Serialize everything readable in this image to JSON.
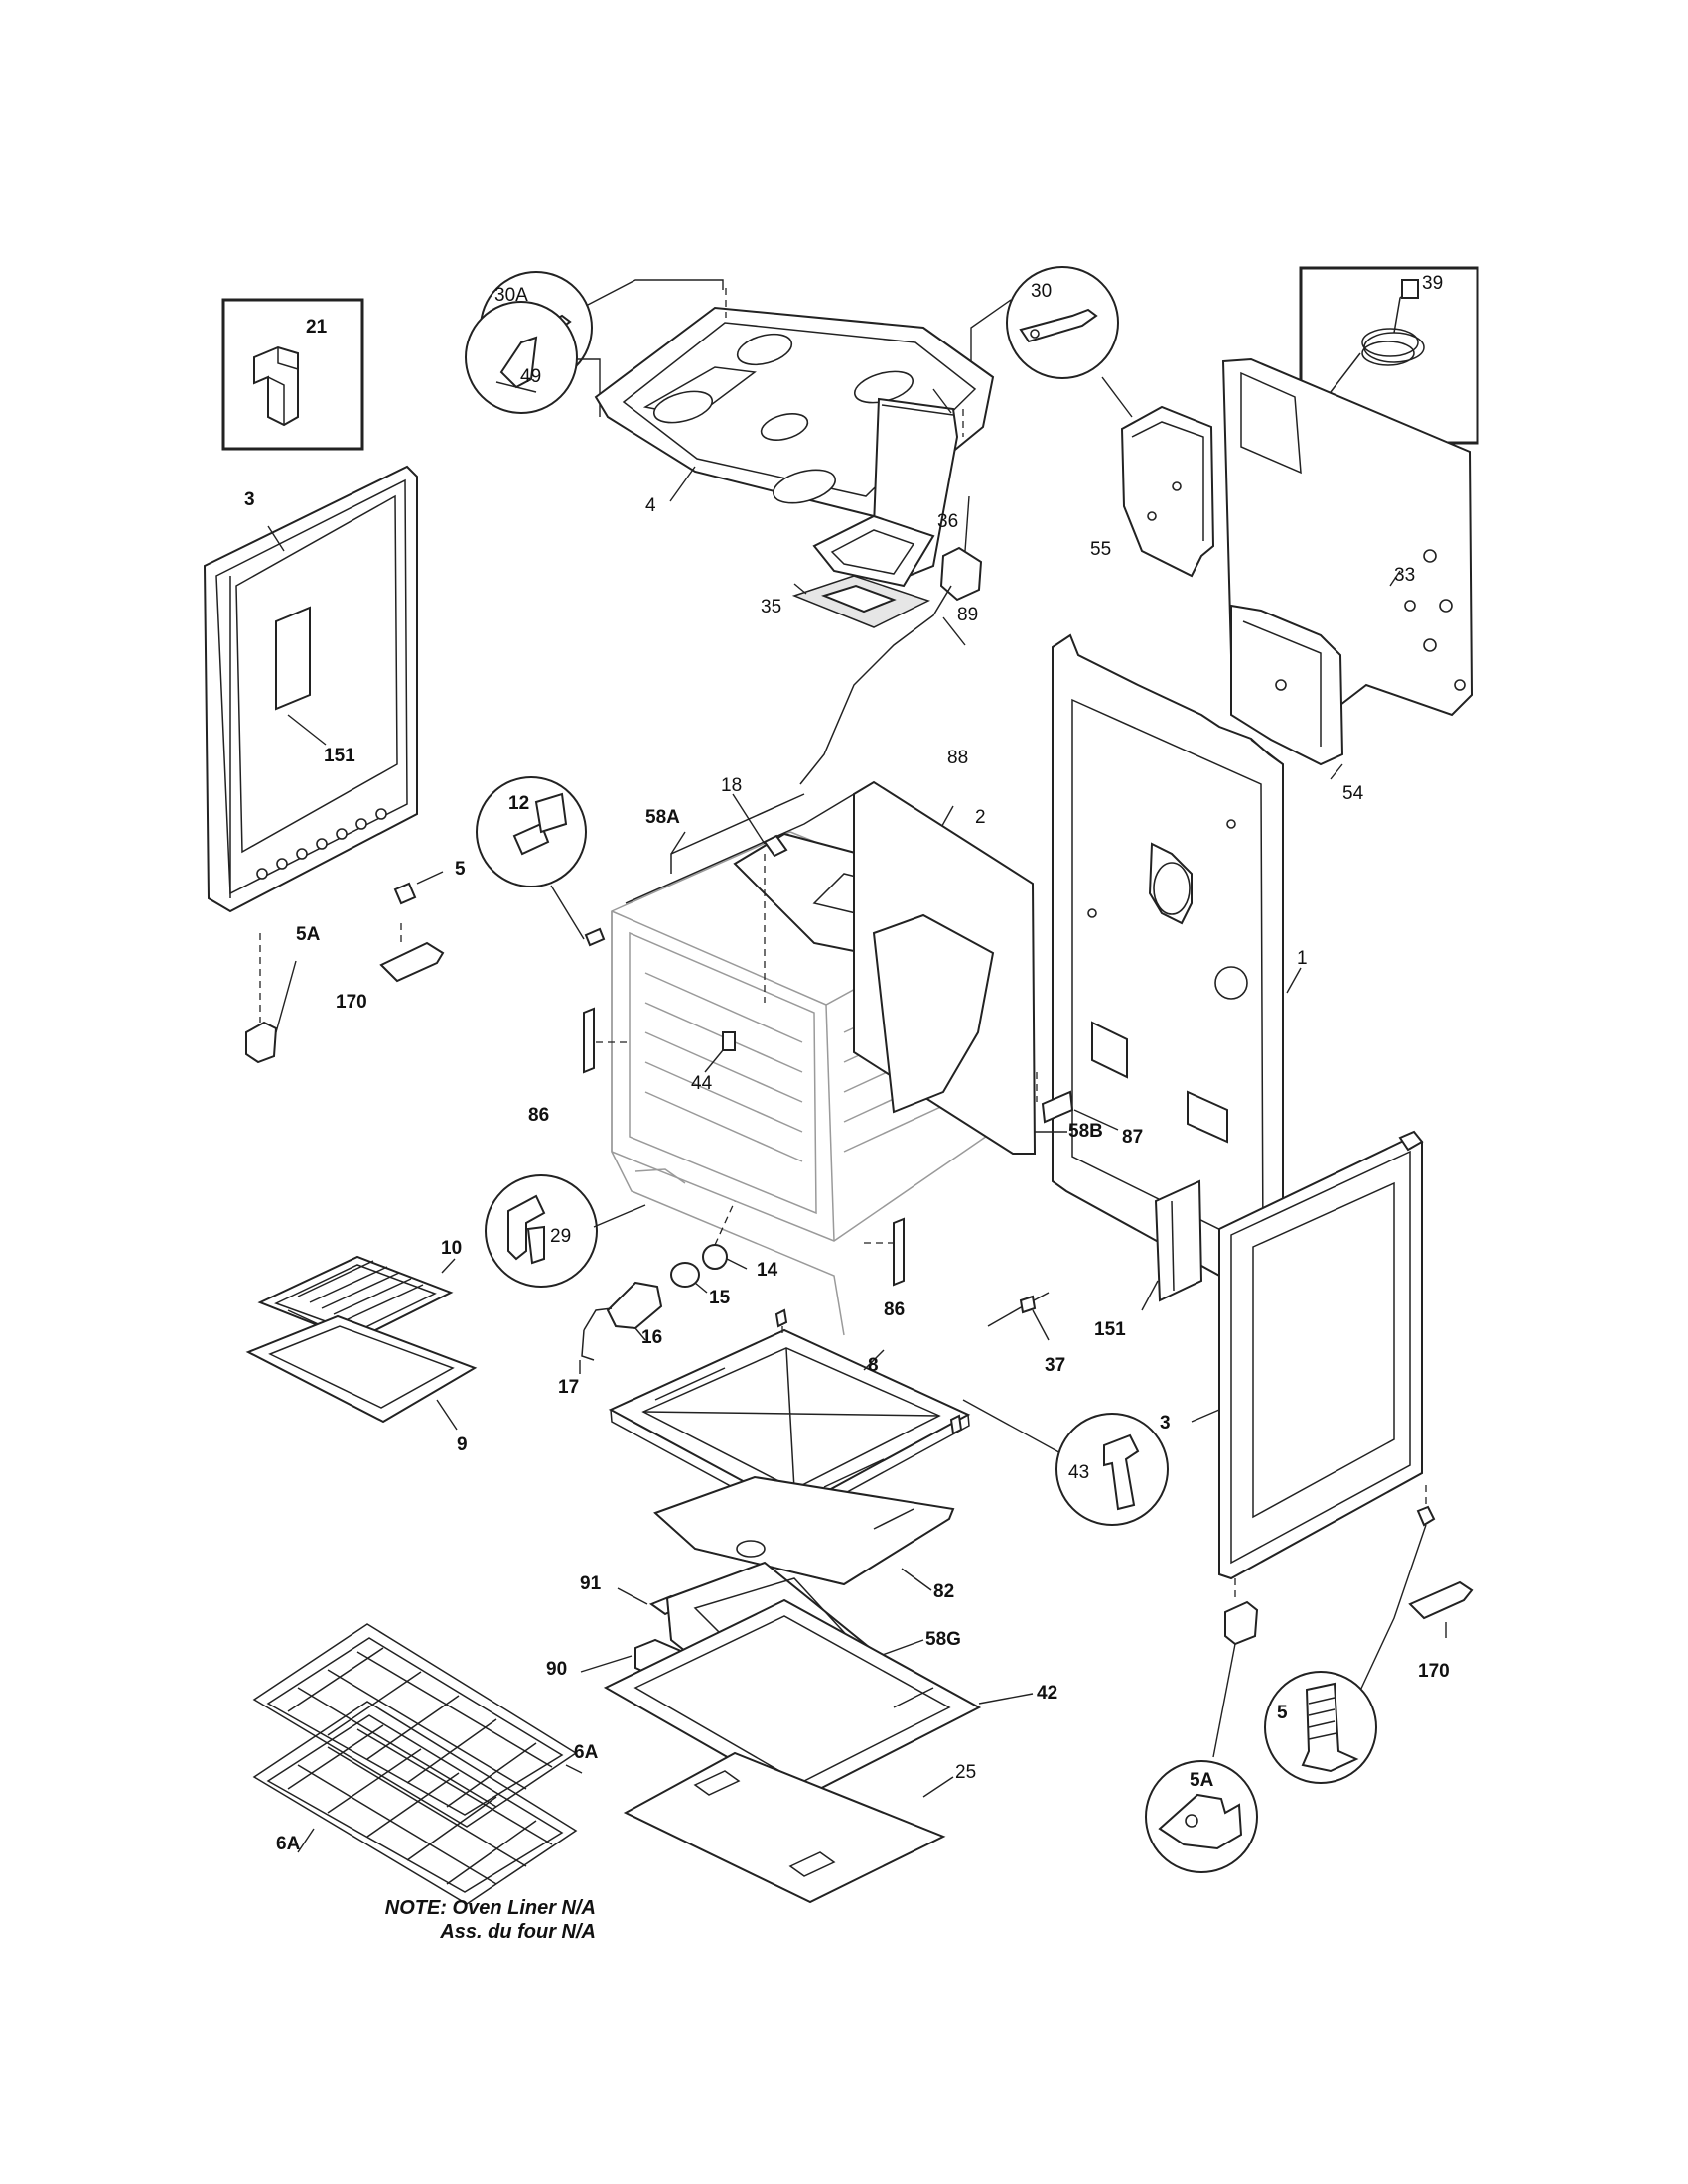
{
  "labels": {
    "l_21": "21",
    "l_30A": "30A",
    "l_30": "30",
    "l_39": "39",
    "l_3_door_left": "3",
    "l_49": "49",
    "l_4": "4",
    "l_36": "36",
    "l_55": "55",
    "l_33": "33",
    "l_89": "89",
    "l_35": "35",
    "l_151_left": "151",
    "l_88": "88",
    "l_54": "54",
    "l_12": "12",
    "l_18": "18",
    "l_58A": "58A",
    "l_2": "2",
    "l_5_left": "5",
    "l_5A_left": "5A",
    "l_170_left": "170",
    "l_1": "1",
    "l_87": "87",
    "l_86_left": "86",
    "l_44": "44",
    "l_58B": "58B",
    "l_29": "29",
    "l_10": "10",
    "l_14": "14",
    "l_15": "15",
    "l_86_right": "86",
    "l_16": "16",
    "l_151_right": "151",
    "l_37": "37",
    "l_17": "17",
    "l_8": "8",
    "l_9": "9",
    "l_3_door_right": "3",
    "l_43": "43",
    "l_82": "82",
    "l_91": "91",
    "l_58G": "58G",
    "l_90": "90",
    "l_42": "42",
    "l_170_right": "170",
    "l_5_callout": "5",
    "l_6A_upper": "6A",
    "l_25": "25",
    "l_5A_callout": "5A",
    "l_6A_lower": "6A"
  },
  "note": {
    "line1": "NOTE: Oven Liner N/A",
    "line2": "Ass. du four N/A"
  }
}
